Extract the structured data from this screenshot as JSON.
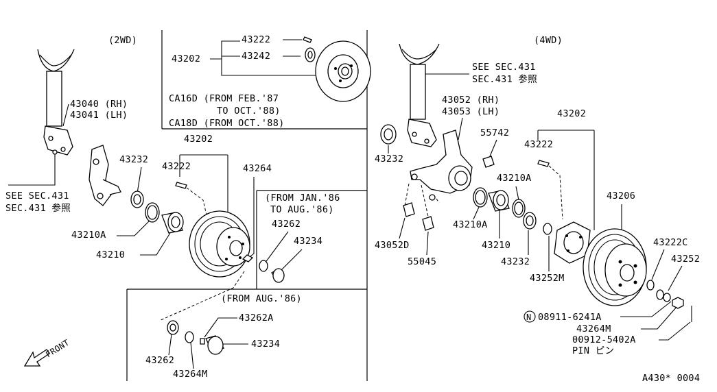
{
  "headings": {
    "two_wd": "(2WD)",
    "four_wd": "(4WD)"
  },
  "box_top": {
    "parent": "43202",
    "bolt": "43222",
    "washer": "43242",
    "note1": "CA16D (FROM FEB.'87",
    "note2": "TO OCT.'88)",
    "note3": "CA18D (FROM OCT.'88)"
  },
  "two_wd": {
    "strut_rh": "43040 (RH)",
    "strut_lh": "43041 (LH)",
    "see_sec": "SEE SEC.431",
    "sec_ref": "SEC.431 参照",
    "seal": "43232",
    "drum_group": "43202",
    "bolt": "43222",
    "nut": "43264",
    "snap_ring": "43210A",
    "bearing": "43210",
    "range_note1": "(FROM JAN.'86",
    "range_note2": "TO AUG.'86)",
    "washer": "43262",
    "cap": "43234",
    "front": "FRONT"
  },
  "box_bottom": {
    "note": "(FROM AUG.'86)",
    "washer_a": "43262A",
    "cap": "43234",
    "washer": "43262",
    "nut": "43264M"
  },
  "four_wd": {
    "see_sec": "SEE SEC.431",
    "sec_ref": "SEC.431 参照",
    "knuckle_rh": "43052 (RH)",
    "knuckle_lh": "43053 (LH)",
    "seal_left": "43232",
    "bushing_a": "55742",
    "hub_group": "43202",
    "bolt": "43222",
    "snap_ring_right": "43210A",
    "drum": "43206",
    "bushing_b": "43052D",
    "bushing_c": "55045",
    "snap_ring_left": "43210A",
    "bearing": "43210",
    "seal": "43232",
    "spacer": "43252M",
    "washer_c": "43222C",
    "nut_washer": "43252",
    "nut_label": "08911-6241A",
    "nut_m": "43264M",
    "pin_code": "00912-5402A",
    "pin_label": "PIN ピン"
  },
  "footer_code": "A430* 0004"
}
